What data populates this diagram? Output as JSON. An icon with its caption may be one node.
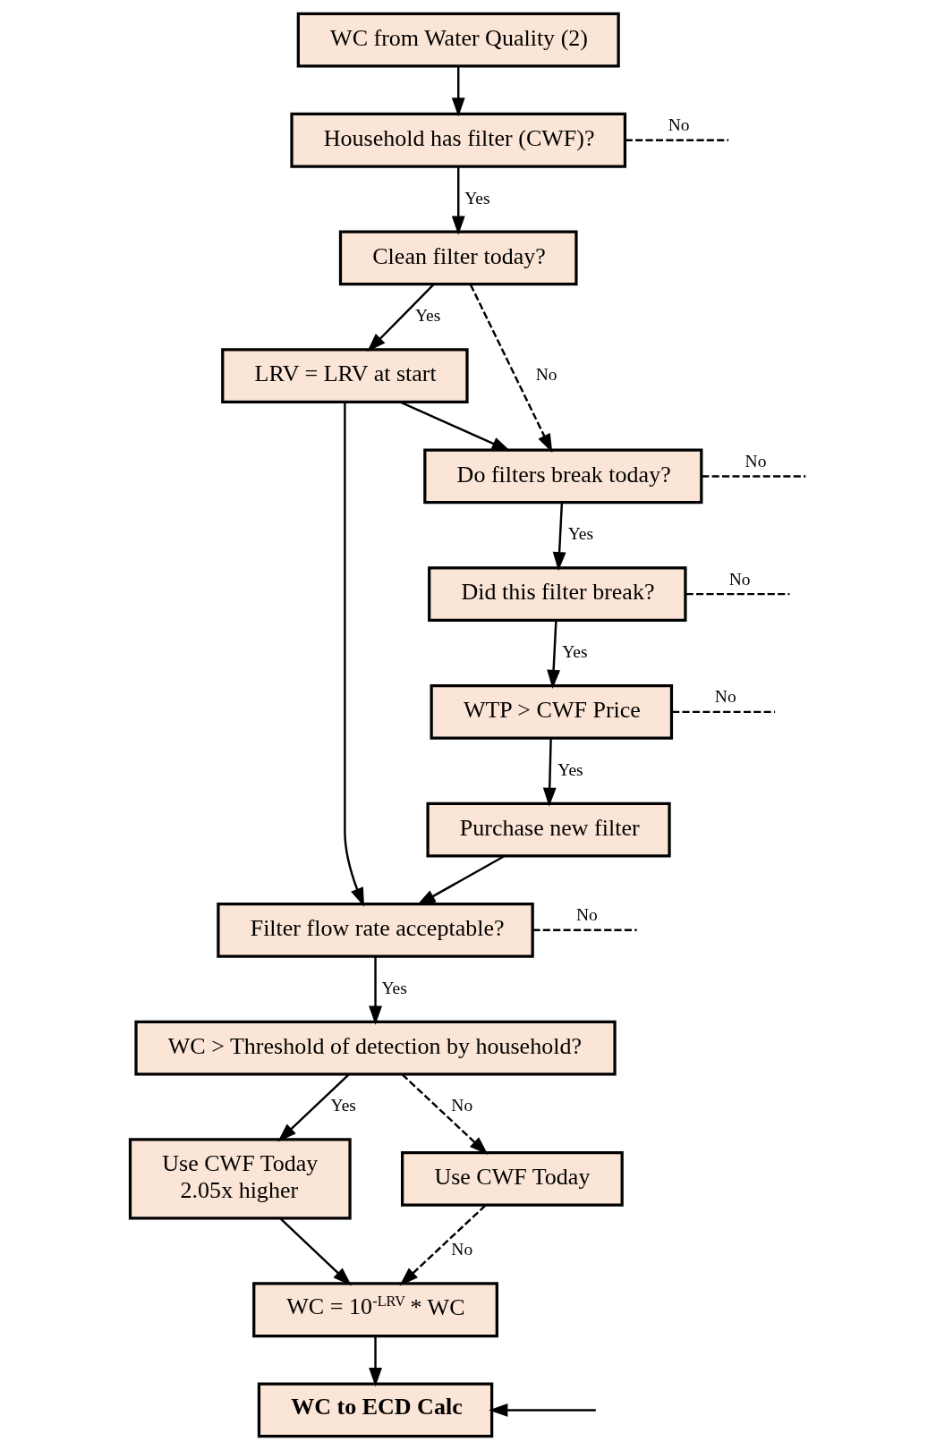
{
  "diagram": {
    "nodes": [
      {
        "text": [
          "WC from Water Quality (2)"
        ]
      },
      {
        "text": [
          "Household has filter (CWF)?"
        ]
      },
      {
        "text": [
          "Clean filter today?"
        ]
      },
      {
        "text": [
          "LRV = LRV at start"
        ]
      },
      {
        "text": [
          "Do filters break today?"
        ]
      },
      {
        "text": [
          "Did this filter break?"
        ]
      },
      {
        "text": [
          "WTP > CWF Price"
        ]
      },
      {
        "text": [
          "Purchase new filter"
        ]
      },
      {
        "text": [
          "Filter flow rate acceptable?"
        ]
      },
      {
        "text": [
          "WC > Threshold of detection by household?"
        ]
      },
      {
        "text": [
          "Use CWF Today",
          "2.05x higher"
        ]
      },
      {
        "text": [
          "Use CWF Today"
        ]
      },
      {
        "text": [
          "WC = 10$^{-LRV}$ * WC"
        ]
      },
      {
        "text": [
          "WC to ECD Calc"
        ]
      }
    ],
    "edges": [
      {
        "from": 0,
        "to": 1,
        "arrow": "to"
      },
      {
        "from": 1,
        "to": null,
        "arrow": "none",
        "label": "No",
        "style": "dashed"
      },
      {
        "from": 1,
        "to": 2,
        "arrow": "to",
        "label": "Yes"
      },
      {
        "from": 2,
        "to": 3,
        "arrow": "to",
        "label": "Yes"
      },
      {
        "from": 2,
        "to": 4,
        "arrow": "to",
        "label": "No",
        "style": "dashed"
      },
      {
        "from": 3,
        "to": 4,
        "arrow": "to"
      },
      {
        "from": 3,
        "to": 8,
        "arrow": "to"
      },
      {
        "from": 4,
        "to": null,
        "arrow": "none",
        "label": "No",
        "style": "dashed"
      },
      {
        "from": 4,
        "to": 5,
        "arrow": "to",
        "label": "Yes"
      },
      {
        "from": 5,
        "to": null,
        "arrow": "none",
        "label": "No",
        "style": "dashed"
      },
      {
        "from": 5,
        "to": 6,
        "arrow": "to",
        "label": "Yes"
      },
      {
        "from": 6,
        "to": null,
        "arrow": "none",
        "label": "No",
        "style": "dashed"
      },
      {
        "from": 6,
        "to": 7,
        "arrow": "to",
        "label": "Yes"
      },
      {
        "from": 7,
        "to": 8,
        "arrow": "to"
      },
      {
        "from": 8,
        "to": null,
        "arrow": "none",
        "label": "No",
        "style": "dashed"
      },
      {
        "from": 8,
        "to": 9,
        "arrow": "to",
        "label": "Yes"
      },
      {
        "from": 9,
        "to": 10,
        "arrow": "to",
        "label": "Yes"
      },
      {
        "from": 9,
        "to": 11,
        "arrow": "to",
        "label": "No",
        "style": "dashed"
      },
      {
        "from": 11,
        "to": 12,
        "arrow": "to",
        "label": "No",
        "style": "dashed"
      },
      {
        "from": 10,
        "to": 12,
        "arrow": "to"
      },
      {
        "from": 12,
        "to": 13,
        "arrow": "to"
      },
      {
        "from": null,
        "to": 13,
        "arrow": "to"
      }
    ]
  }
}
